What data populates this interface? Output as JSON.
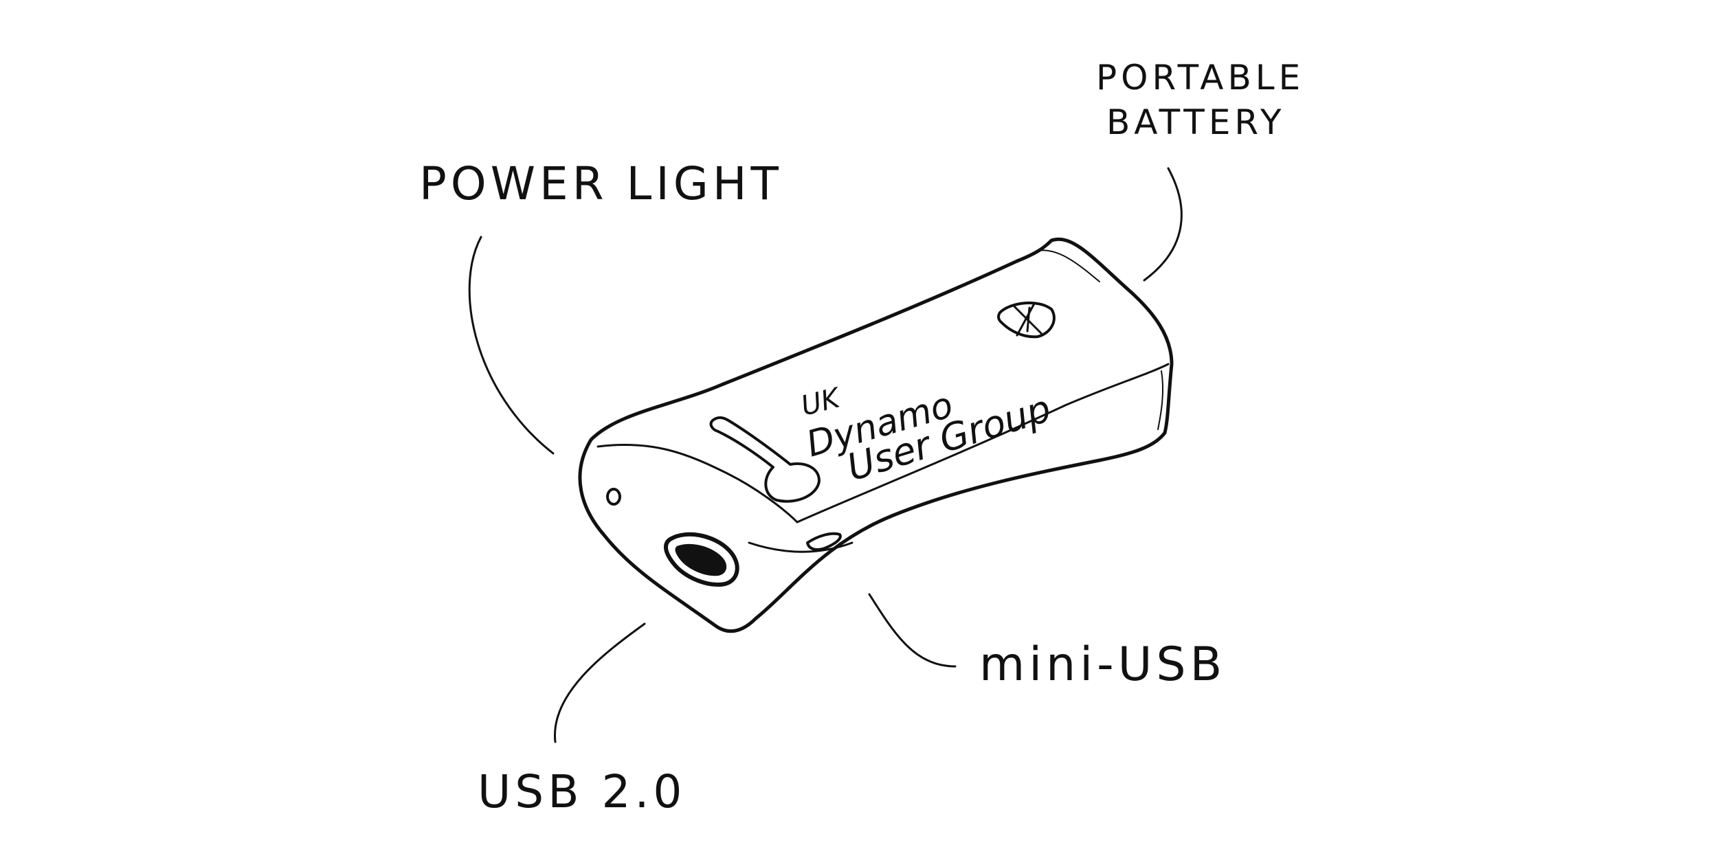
{
  "labels": {
    "portable_battery_line1": "PORTABLE",
    "portable_battery_line2": "BATTERY",
    "power_light": "POWER LIGHT",
    "usb_2": "USB 2.0",
    "mini_usb": "mini-USB"
  },
  "device_text": {
    "line1": "UK",
    "line2": "Dynamo",
    "line3": "User Group"
  },
  "colors": {
    "ink": "#111111",
    "background": "#ffffff"
  },
  "icons": {
    "device_logo": "dynamo-logo-icon",
    "key_drawing": "key-icon"
  }
}
